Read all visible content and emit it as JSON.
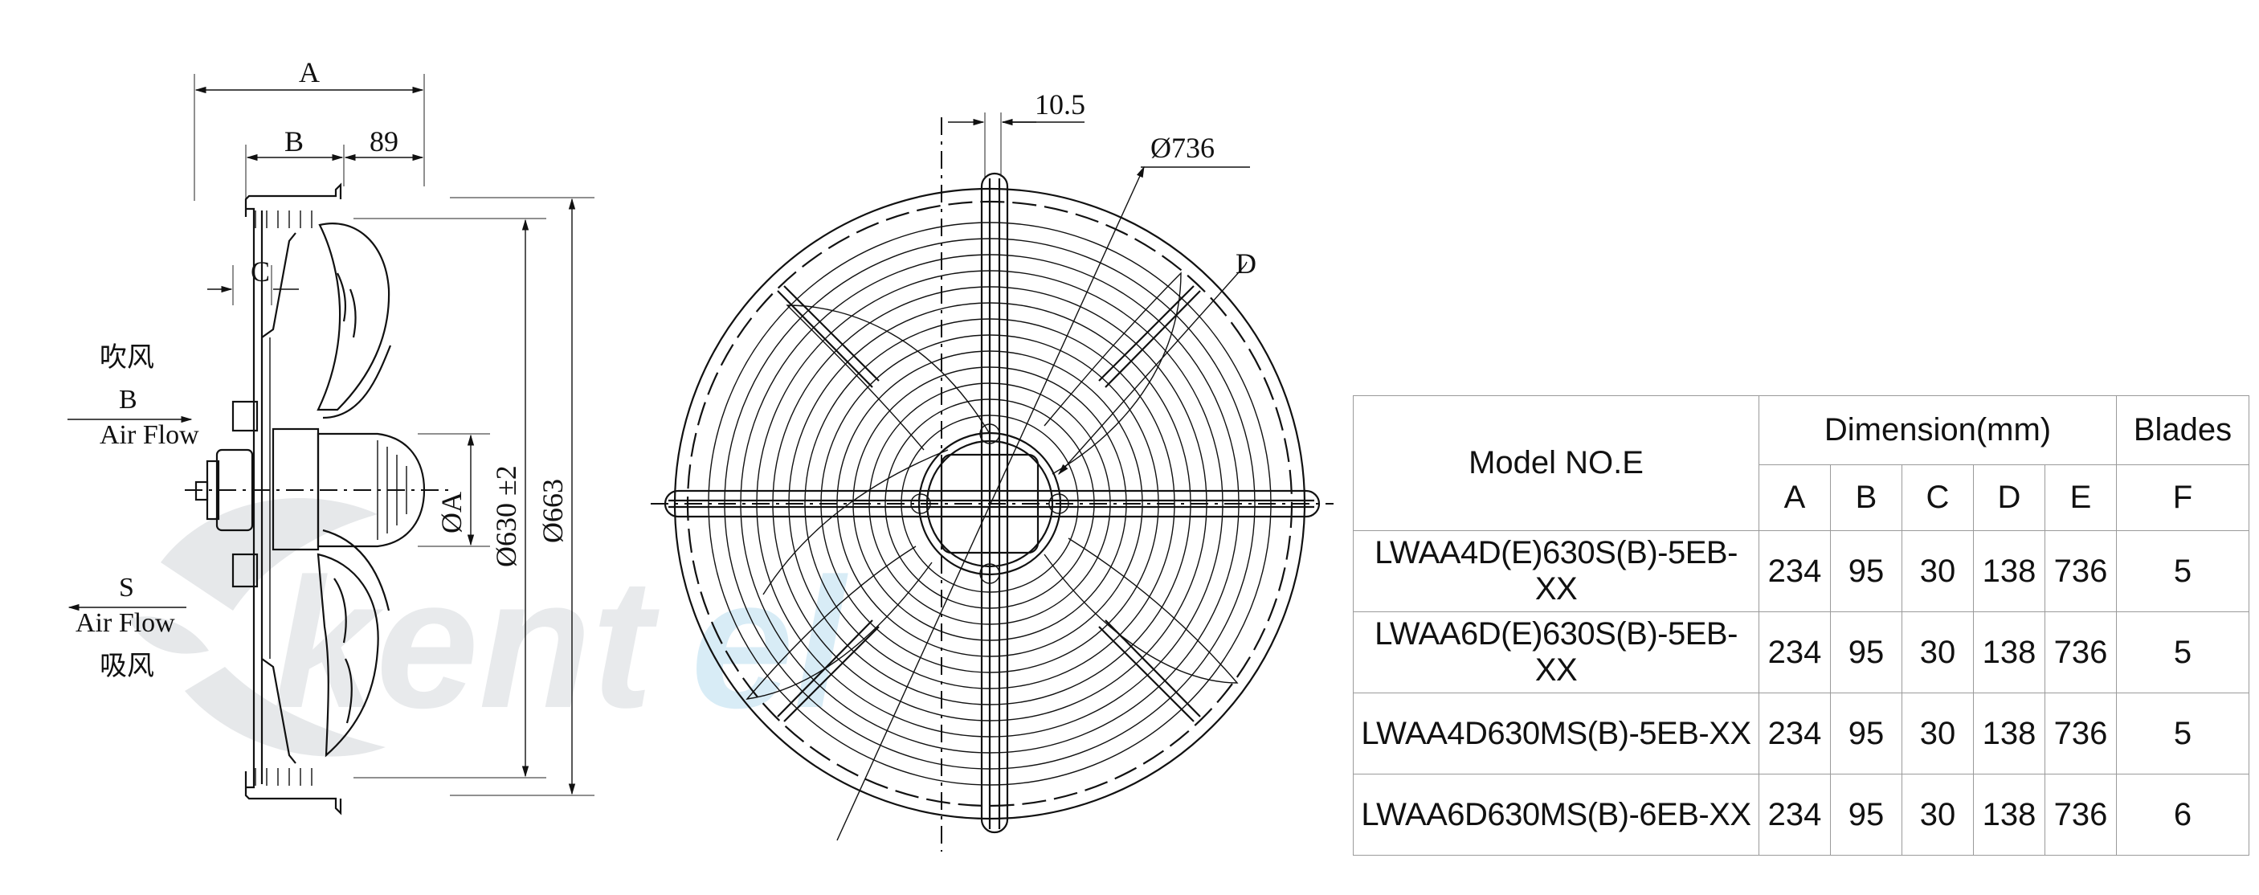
{
  "side_view": {
    "dim_A": "A",
    "dim_B": "B",
    "dim_89": "89",
    "dim_C": "C",
    "dim_oA": "ØA",
    "dim_630": "Ø630 ±2",
    "dim_663": "Ø663",
    "blow_cn": "吹风",
    "blow_letter": "B",
    "blow_airflow": "Air Flow",
    "suck_letter": "S",
    "suck_airflow": "Air Flow",
    "suck_cn": "吸风"
  },
  "front_view": {
    "dim_10_5": "10.5",
    "dim_736": "Ø736",
    "dim_D": "D"
  },
  "watermark": {
    "text_main": "kent",
    "text_accent": "el"
  },
  "table": {
    "model_header": "Model NO.E",
    "dimension_header": "Dimension(mm)",
    "blades_header": "Blades",
    "dim_cols": [
      "A",
      "B",
      "C",
      "D",
      "E"
    ],
    "blades_col": "F",
    "rows": [
      {
        "model": "LWAA4D(E)630S(B)-5EB-XX",
        "A": "234",
        "B": "95",
        "C": "30",
        "D": "138",
        "E": "736",
        "F": "5"
      },
      {
        "model": "LWAA6D(E)630S(B)-5EB-XX",
        "A": "234",
        "B": "95",
        "C": "30",
        "D": "138",
        "E": "736",
        "F": "5"
      },
      {
        "model": "LWAA4D630MS(B)-5EB-XX",
        "A": "234",
        "B": "95",
        "C": "30",
        "D": "138",
        "E": "736",
        "F": "5"
      },
      {
        "model": "LWAA6D630MS(B)-6EB-XX",
        "A": "234",
        "B": "95",
        "C": "30",
        "D": "138",
        "E": "736",
        "F": "6"
      }
    ]
  }
}
